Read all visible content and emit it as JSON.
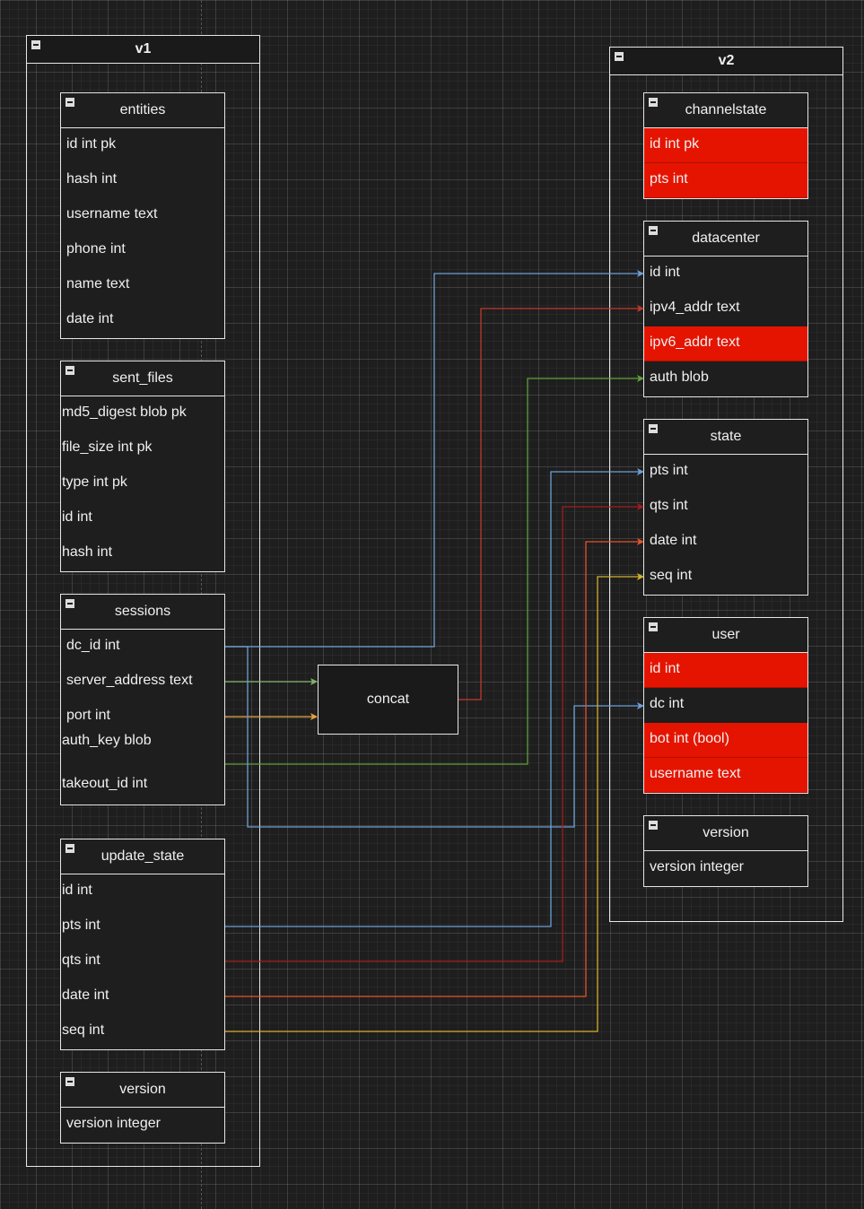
{
  "colors": {
    "background": "#1e1e1e",
    "highlight": "#e51400",
    "blue": "#6c9fd6",
    "red": "#c0392b",
    "green": "#5fa03a",
    "orange": "#e6a23c",
    "darkred": "#a61b1b",
    "orange_red": "#e5532a",
    "yellow": "#d4b02a",
    "light_green": "#82b366"
  },
  "icons": {
    "collapse": "minus-square-icon"
  },
  "v1": {
    "title": "v1",
    "entities": {
      "title": "entities",
      "rows": [
        "id int pk",
        "hash int",
        "username text",
        "phone int",
        "name text",
        "date int"
      ]
    },
    "sent_files": {
      "title": "sent_files",
      "rows": [
        "md5_digest blob pk",
        "file_size int pk",
        "type int pk",
        "id int",
        "hash int"
      ]
    },
    "sessions": {
      "title": "sessions",
      "rows": [
        "dc_id int",
        "server_address text",
        "port int",
        "auth_key blob",
        "takeout_id int"
      ]
    },
    "update_state": {
      "title": "update_state",
      "rows": [
        "id int",
        "pts int",
        "qts int",
        "date int",
        "seq int"
      ]
    },
    "version": {
      "title": "version",
      "rows": [
        "version integer"
      ]
    }
  },
  "v2": {
    "title": "v2",
    "channelstate": {
      "title": "channelstate",
      "rows": [
        {
          "text": "id int pk",
          "highlight": true
        },
        {
          "text": "pts int",
          "highlight": true
        }
      ]
    },
    "datacenter": {
      "title": "datacenter",
      "rows": [
        {
          "text": "id int",
          "highlight": false
        },
        {
          "text": "ipv4_addr text",
          "highlight": false
        },
        {
          "text": "ipv6_addr text",
          "highlight": true
        },
        {
          "text": "auth blob",
          "highlight": false
        }
      ]
    },
    "state": {
      "title": "state",
      "rows": [
        {
          "text": "pts int",
          "highlight": false
        },
        {
          "text": "qts int",
          "highlight": false
        },
        {
          "text": "date int",
          "highlight": false
        },
        {
          "text": "seq int",
          "highlight": false
        }
      ]
    },
    "user": {
      "title": "user",
      "rows": [
        {
          "text": "id int",
          "highlight": true
        },
        {
          "text": "dc int",
          "highlight": false
        },
        {
          "text": "bot int (bool)",
          "highlight": true
        },
        {
          "text": "username text",
          "highlight": true
        }
      ]
    },
    "version": {
      "title": "version",
      "rows": [
        {
          "text": "version integer",
          "highlight": false
        }
      ]
    }
  },
  "concat": {
    "label": "concat"
  },
  "links": [
    {
      "name": "link-dc-id-to-datacenter-id",
      "color": "blue"
    },
    {
      "name": "link-concat-to-ipv4-addr",
      "color": "red"
    },
    {
      "name": "link-server-address-to-concat",
      "color": "light_green"
    },
    {
      "name": "link-port-to-concat",
      "color": "orange"
    },
    {
      "name": "link-auth-key-to-auth",
      "color": "green"
    },
    {
      "name": "link-dc-id-to-user-dc",
      "color": "blue"
    },
    {
      "name": "link-pts-to-state-pts",
      "color": "blue"
    },
    {
      "name": "link-qts-to-state-qts",
      "color": "darkred"
    },
    {
      "name": "link-date-to-state-date",
      "color": "orange_red"
    },
    {
      "name": "link-seq-to-state-seq",
      "color": "yellow"
    }
  ]
}
